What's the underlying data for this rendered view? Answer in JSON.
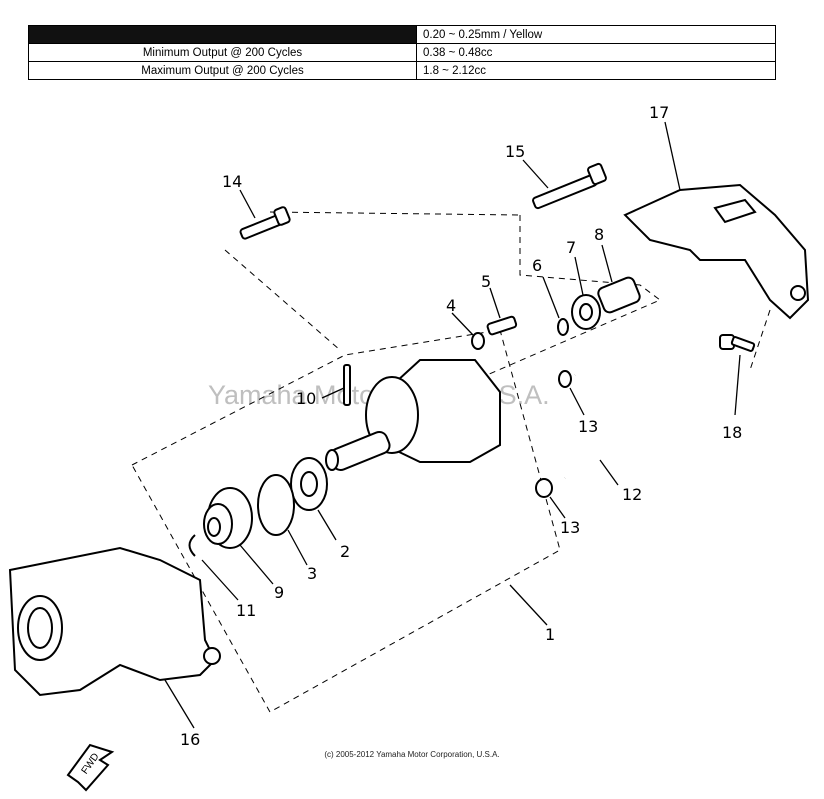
{
  "spec_table": {
    "rows": [
      {
        "label": "",
        "value": "0.20 ~ 0.25mm / Yellow",
        "label_obscured": true
      },
      {
        "label": "Minimum Output @ 200 Cycles",
        "value": "0.38 ~ 0.48cc"
      },
      {
        "label": "Maximum Output @ 200 Cycles",
        "value": "1.8 ~ 2.12cc"
      }
    ]
  },
  "callouts": {
    "c1": "1",
    "c2": "2",
    "c3": "3",
    "c4": "4",
    "c5": "5",
    "c6": "6",
    "c7": "7",
    "c8": "8",
    "c9": "9",
    "c10": "10",
    "c11": "11",
    "c12": "12",
    "c13a": "13",
    "c13b": "13",
    "c14": "14",
    "c15": "15",
    "c16": "16",
    "c17": "17",
    "c18": "18"
  },
  "fwd_label": "FWD",
  "watermark": "Yamaha Motor Corp., U.S.A.",
  "copyright": "(c) 2005-2012 Yamaha Motor Corporation, U.S.A."
}
